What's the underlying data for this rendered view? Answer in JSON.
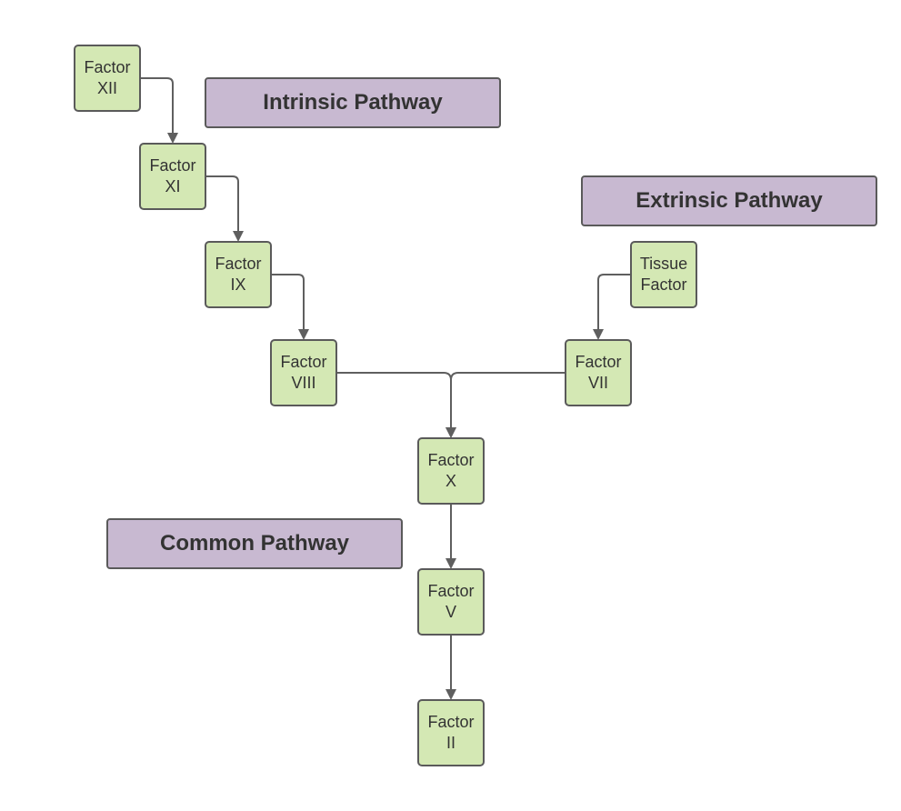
{
  "colors": {
    "factor_fill": "#d4e8b4",
    "pathway_fill": "#c8b9d1",
    "stroke": "#5a5a5a",
    "text": "#333333"
  },
  "pathways": {
    "intrinsic": "Intrinsic Pathway",
    "extrinsic": "Extrinsic Pathway",
    "common": "Common Pathway"
  },
  "factors": {
    "xii": {
      "line1": "Factor",
      "line2": "XII"
    },
    "xi": {
      "line1": "Factor",
      "line2": "XI"
    },
    "ix": {
      "line1": "Factor",
      "line2": "IX"
    },
    "viii": {
      "line1": "Factor",
      "line2": "VIII"
    },
    "tissue": {
      "line1": "Tissue",
      "line2": "Factor"
    },
    "vii": {
      "line1": "Factor",
      "line2": "VII"
    },
    "x": {
      "line1": "Factor",
      "line2": "X"
    },
    "v": {
      "line1": "Factor",
      "line2": "V"
    },
    "ii": {
      "line1": "Factor",
      "line2": "II"
    }
  }
}
